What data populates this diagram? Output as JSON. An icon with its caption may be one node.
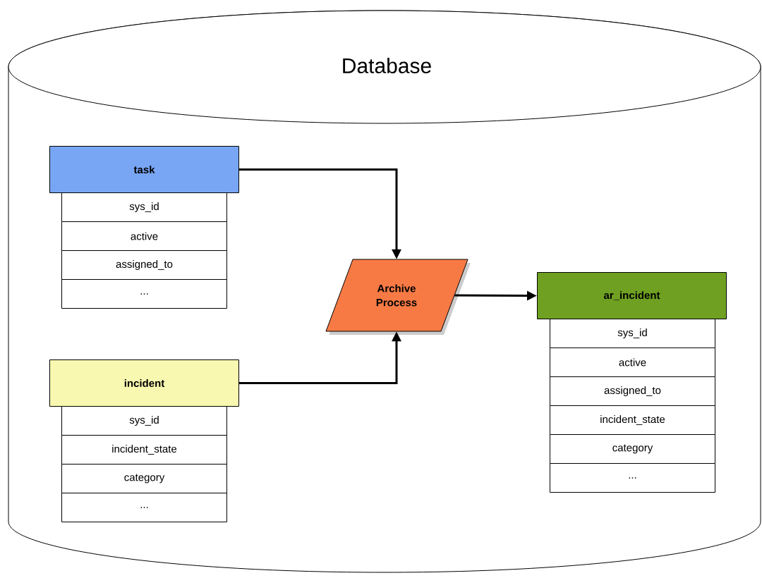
{
  "diagram": {
    "nodes": [
      {
        "text": [
          "Database"
        ]
      },
      {
        "text": [
          "task",
          "sys_id",
          "active",
          "assigned_to",
          "..."
        ],
        "in": 0
      },
      {
        "text": [
          "incident",
          "sys_id",
          "incident_state",
          "category",
          "..."
        ],
        "in": 0
      },
      {
        "text": [
          "Archive Process"
        ],
        "in": 0
      },
      {
        "text": [
          "ar_incident",
          "sys_id",
          "active",
          "assigned_to",
          "incident_state",
          "category",
          "..."
        ],
        "in": 0
      }
    ],
    "edges": [
      {
        "from": 1,
        "to": 3,
        "arrow": "to"
      },
      {
        "from": 2,
        "to": 3,
        "arrow": "to"
      },
      {
        "from": 3,
        "to": 4,
        "arrow": "to"
      }
    ]
  }
}
